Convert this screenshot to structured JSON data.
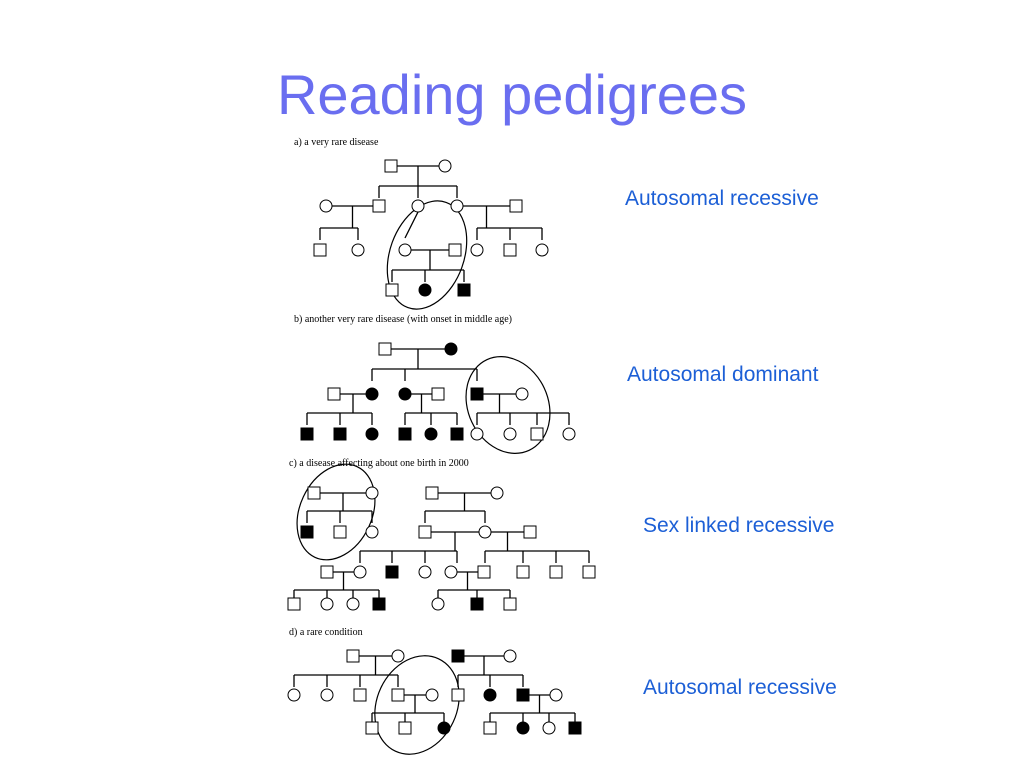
{
  "slide": {
    "title": "Reading pedigrees"
  },
  "pedigrees": [
    {
      "caption": "a)  a very rare disease",
      "answer": "Autosomal recessive"
    },
    {
      "caption": "b) another very rare disease (with onset in middle age)",
      "answer": "Autosomal dominant"
    },
    {
      "caption": "c) a disease affecting about one birth in 2000",
      "answer": "Sex linked recessive"
    },
    {
      "caption": "d) a rare condition",
      "answer": "Autosomal recessive"
    }
  ]
}
